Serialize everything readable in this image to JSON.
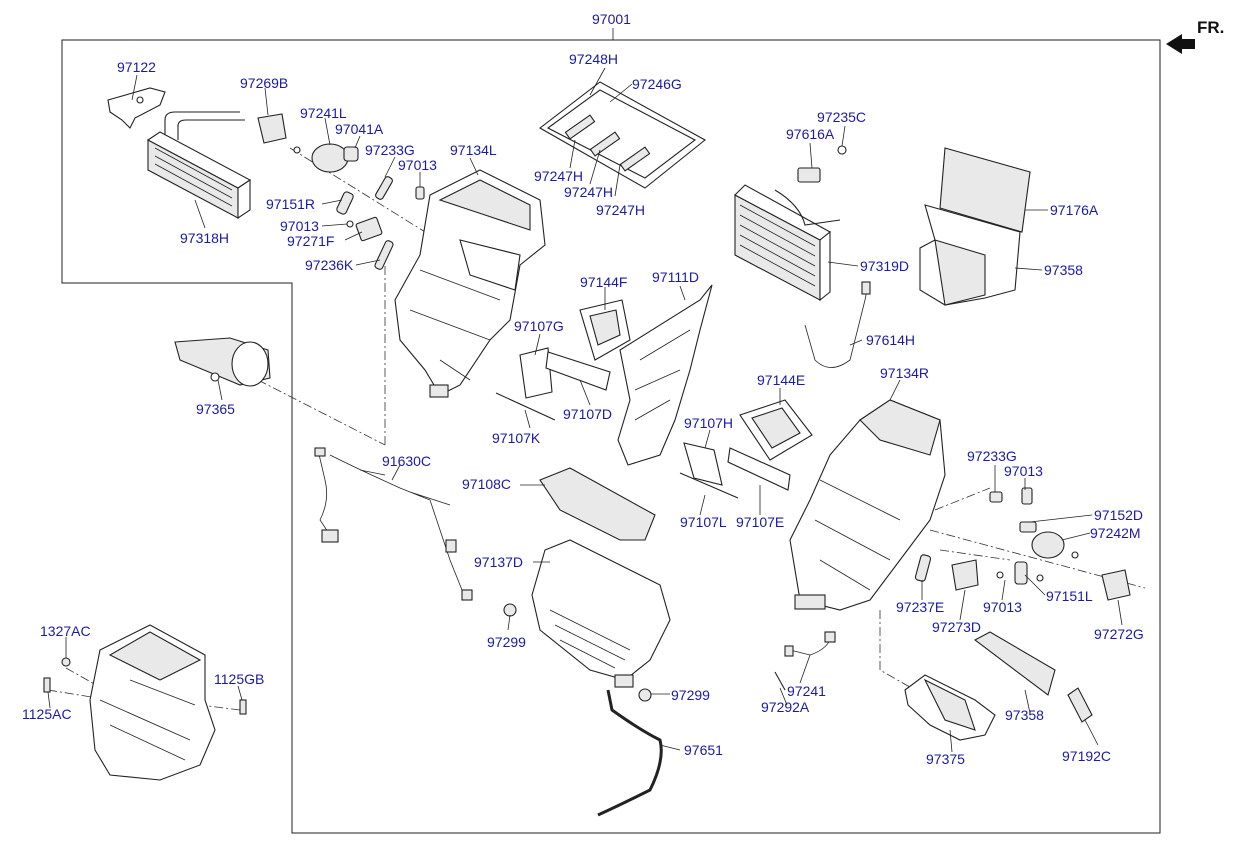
{
  "header": {
    "assembly_number": "97001",
    "orientation": "FR."
  },
  "labels": {
    "p97122": "97122",
    "p97269B": "97269B",
    "p97241L": "97241L",
    "p97041A": "97041A",
    "p97233G_l": "97233G",
    "p97013_a": "97013",
    "p97134L": "97134L",
    "p97151R": "97151R",
    "p97013_b": "97013",
    "p97271F": "97271F",
    "p97236K": "97236K",
    "p97318H": "97318H",
    "p97248H": "97248H",
    "p97246G": "97246G",
    "p97247H_1": "97247H",
    "p97247H_2": "97247H",
    "p97247H_3": "97247H",
    "p97235C": "97235C",
    "p97616A": "97616A",
    "p97176A": "97176A",
    "p97358_a": "97358",
    "p97319D": "97319D",
    "p97614H": "97614H",
    "p97144F": "97144F",
    "p97111D": "97111D",
    "p97107G": "97107G",
    "p97107D": "97107D",
    "p97107K": "97107K",
    "p97365": "97365",
    "p91630C": "91630C",
    "p97144E": "97144E",
    "p97134R": "97134R",
    "p97107H": "97107H",
    "p97108C": "97108C",
    "p97107L": "97107L",
    "p97107E": "97107E",
    "p97233G_r": "97233G",
    "p97013_c": "97013",
    "p97152D": "97152D",
    "p97242M": "97242M",
    "p97137D": "97137D",
    "p97237E": "97237E",
    "p97013_d": "97013",
    "p97151L": "97151L",
    "p97273D": "97273D",
    "p97272G": "97272G",
    "p97299_a": "97299",
    "p97299_b": "97299",
    "p1327AC": "1327AC",
    "p1125GB": "1125GB",
    "p1125AC": "1125AC",
    "p97241": "97241",
    "p97292A": "97292A",
    "p97358_b": "97358",
    "p97651": "97651",
    "p97375": "97375",
    "p97192C": "97192C"
  },
  "colors": {
    "label": "#1a1aa6",
    "line": "#222222",
    "background": "#ffffff"
  },
  "icons": {
    "direction": "front-arrow-icon"
  }
}
